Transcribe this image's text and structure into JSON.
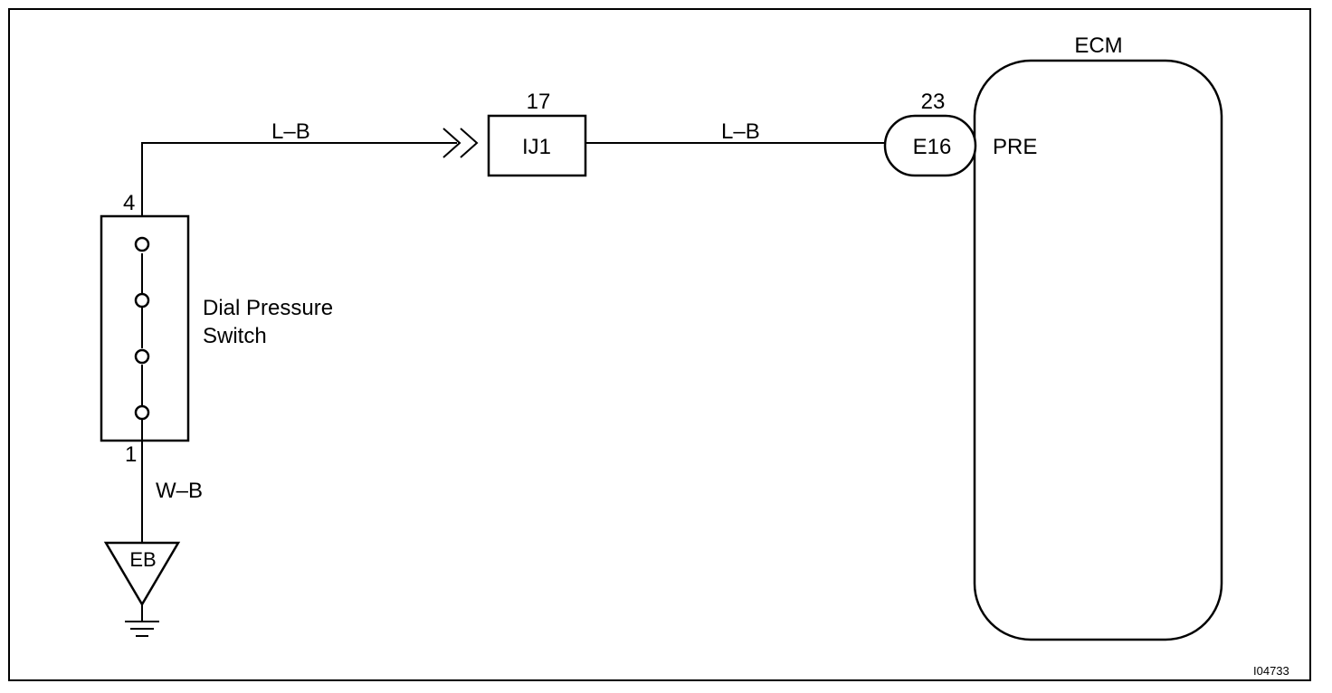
{
  "switch": {
    "pin_top": "4",
    "pin_bottom": "1",
    "name_line1": "Dial Pressure",
    "name_line2": "Switch"
  },
  "wires": {
    "switch_to_junction": "L–B",
    "junction_to_ecm": "L–B",
    "switch_to_ground": "W–B"
  },
  "junction": {
    "pin": "17",
    "name": "IJ1"
  },
  "ecm_connector": {
    "pin": "23",
    "name": "E16"
  },
  "ecm": {
    "title": "ECM",
    "terminal": "PRE"
  },
  "ground": {
    "name": "EB"
  },
  "figure_code": "I04733"
}
